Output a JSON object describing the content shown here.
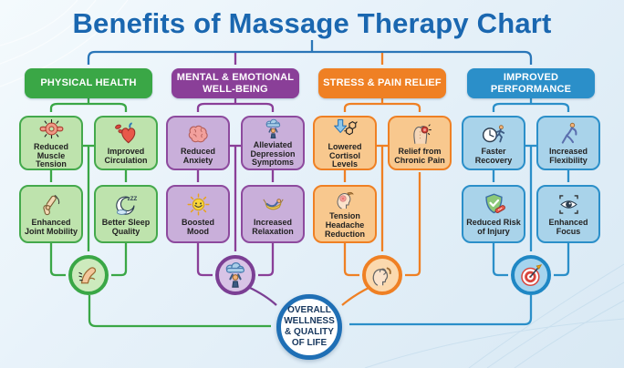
{
  "title": "Benefits of Massage Therapy Chart",
  "colors": {
    "title_blue": "#1a67b0",
    "connector_blue": "#2a76b8",
    "green": "#3aa746",
    "purple": "#8a3f98",
    "orange": "#ef8024",
    "blue": "#2b8fc9"
  },
  "columns": [
    {
      "header": "PHYSICAL HEALTH",
      "items": [
        {
          "label": "Reduced Muscle Tension",
          "icon": "muscle-knot-icon"
        },
        {
          "label": "Improved Circulation",
          "icon": "heart-circulation-icon"
        },
        {
          "label": "Enhanced Joint Mobility",
          "icon": "joint-mobility-icon"
        },
        {
          "label": "Better Sleep Quality",
          "icon": "moon-sleep-icon"
        }
      ],
      "circle_icon": "leg-massage-icon"
    },
    {
      "header": "MENTAL & EMOTIONAL WELL-BEING",
      "items": [
        {
          "label": "Reduced Anxiety",
          "icon": "brain-icon"
        },
        {
          "label": "Alleviated Depression Symptoms",
          "icon": "cloud-person-icon"
        },
        {
          "label": "Boosted Mood",
          "icon": "sun-smiley-icon"
        },
        {
          "label": "Increased Relaxation",
          "icon": "hammock-icon"
        }
      ],
      "circle_icon": "cloud-person-icon"
    },
    {
      "header": "STRESS & PAIN RELIEF",
      "items": [
        {
          "label": "Lowered Cortisol Levels",
          "icon": "cortisol-arrow-molecule-icon"
        },
        {
          "label": "Relief from Chronic Pain",
          "icon": "back-pain-icon"
        },
        {
          "label": "Tension Headache Reduction",
          "icon": "headache-icon"
        }
      ],
      "circle_icon": "head-massage-icon"
    },
    {
      "header": "IMPROVED PERFORMANCE",
      "items": [
        {
          "label": "Faster Recovery",
          "icon": "clock-runner-icon"
        },
        {
          "label": "Increased Flexibility",
          "icon": "stretch-figure-icon"
        },
        {
          "label": "Reduced Risk of Injury",
          "icon": "shield-check-icon"
        },
        {
          "label": "Enhanced Focus",
          "icon": "focus-eye-icon"
        }
      ],
      "circle_icon": "target-dart-icon"
    }
  ],
  "icon_labels": {
    "sleep_zzz": "zZZ"
  },
  "center": {
    "label": "OVERALL WELLNESS & QUALITY OF LIFE"
  }
}
